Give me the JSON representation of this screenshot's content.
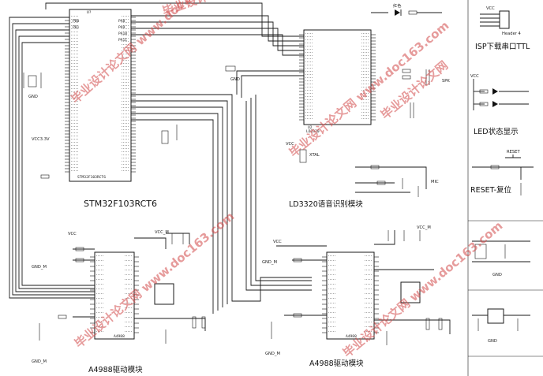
{
  "diagram": {
    "labels": {
      "mcu_title": "STM32F103RCT6",
      "mcu_part": "STM32F103RCT6",
      "mcu_ref": "U?",
      "ld_title": "LD3320语音识别模块",
      "ld_ref": "U2",
      "ld_part": "LD3320",
      "a4988_left_title": "A4988驱动模块",
      "a4988_right_title": "A4988驱动模块",
      "a4988_part": "A4988",
      "isp_title": "ISP下载串口TTL",
      "isp_header": "Header 4",
      "led_title": "LED状态显示",
      "reset_title": "RESET-复位",
      "reset_part": "RESET",
      "led_power": "红色",
      "vcc": "VCC",
      "gnd": "GND",
      "vcc33": "VCC3.3V",
      "gnd_m": "GND_M",
      "vcc_m": "VCC_M",
      "mcu_right_pin1": "PA8",
      "mcu_right_pin2": "PA9",
      "mcu_right_pin3": "PA10",
      "mcu_right_pin4": "PA11",
      "mcu_left_pin1": "PB0",
      "mcu_left_pin2": "PB1",
      "xtal": "XTAL",
      "speaker": "SPK",
      "mic": "MIC"
    },
    "watermark": "毕业设计论文网 www.doc163.com",
    "watermark_short": "毕业设计论文网"
  }
}
